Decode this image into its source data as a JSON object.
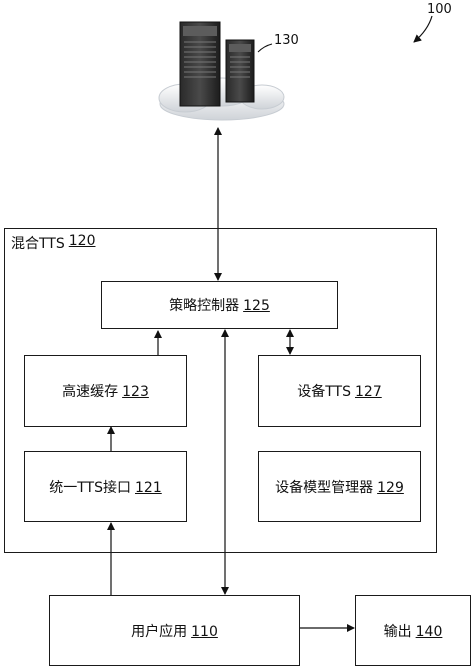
{
  "figure_ref": "100",
  "server": {
    "ref": "130"
  },
  "hybrid_tts": {
    "label": "混合TTS",
    "ref": "120"
  },
  "policy_controller": {
    "label": "策略控制器",
    "ref": "125"
  },
  "cache": {
    "label": "高速缓存",
    "ref": "123"
  },
  "device_tts": {
    "label": "设备TTS",
    "ref": "127"
  },
  "unified_interface": {
    "label": "统一TTS接口",
    "ref": "121"
  },
  "device_model_manager": {
    "label": "设备模型管理器",
    "ref": "129"
  },
  "user_app": {
    "label": "用户应用",
    "ref": "110"
  },
  "output": {
    "label": "输出",
    "ref": "140"
  }
}
